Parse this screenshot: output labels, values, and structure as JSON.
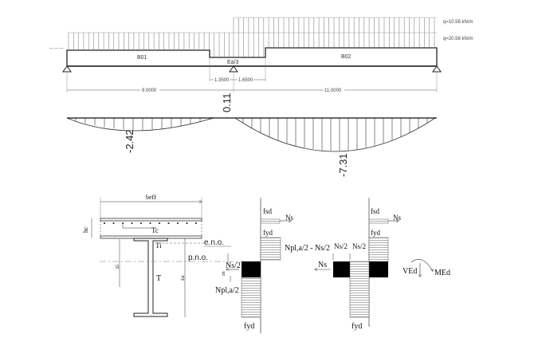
{
  "beam": {
    "load_q1": "q=10.58 kN/m",
    "load_q2": "q=20.56 kN/m",
    "segment_left": "B01",
    "segment_mid": "Ea/3",
    "segment_right": "B02",
    "dim_a": "1.3500",
    "dim_b": "1.6500",
    "span_left": "9.0000",
    "span_right": "11.0000"
  },
  "moment_diagram": {
    "support_value": "0.11",
    "span1_value": "-2.42",
    "span2_value": "-7.31"
  },
  "section": {
    "b_eff": "beff",
    "h_c": "hc",
    "T_c": "Tc",
    "T_i": "Ti",
    "T": "T",
    "z_i": "zi",
    "z_a": "za",
    "z_n": "zn",
    "eno": "e.n.o.",
    "pno": "p.n.o."
  },
  "stress_diagram_1": {
    "f_sd": "fsd",
    "N_s": "Ns",
    "f_yd_top": "fyd",
    "f_yd_bottom": "fyd",
    "N_pla_minus": "Npl,a/2 - Ns/2",
    "N_s_half": "Ns/2",
    "N_pla_half": "Npl,a/2"
  },
  "stress_diagram_2": {
    "f_sd": "fsd",
    "N_s": "Ns",
    "f_yd_top": "fyd",
    "f_yd_bottom": "fyd",
    "N_s_left": "Ns",
    "N_s_half_a": "Ns/2",
    "N_s_half_b": "Ns/2"
  },
  "forces": {
    "V_Ed": "VEd",
    "M_Ed": "MEd"
  }
}
